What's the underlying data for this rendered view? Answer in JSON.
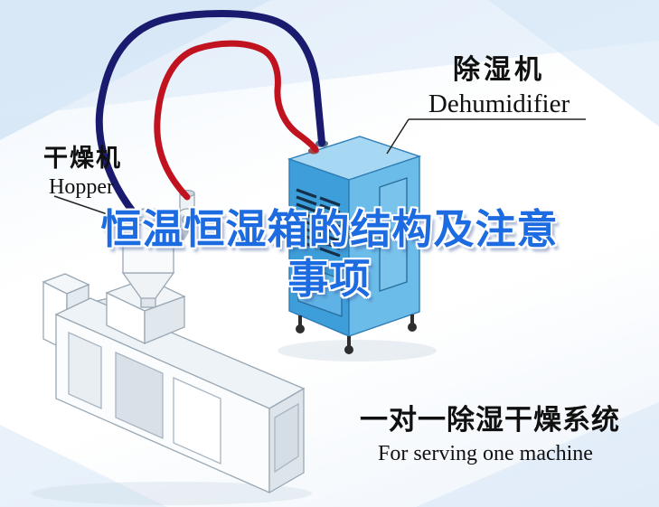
{
  "title": {
    "line1": "恒温恒湿箱的结构及注意",
    "line2": "事项"
  },
  "labels": {
    "hopper": {
      "zh": "干燥机",
      "en": "Hopper"
    },
    "dehumidifier": {
      "zh": "除湿机",
      "en": "Dehumidifier"
    },
    "system": {
      "zh": "一对一除湿干燥系统",
      "en": "For serving one machine"
    }
  },
  "colors": {
    "title_blue": "#1c6be0",
    "pipe_blue": "#1a1a6e",
    "pipe_red": "#c1121f",
    "dehumidifier_blue": "#3e9ed9",
    "text_black": "#101010"
  },
  "illustration": {
    "parts": [
      "extruder-machine",
      "hopper-dryer",
      "dehumidifier",
      "blue-return-pipe",
      "red-supply-pipe"
    ]
  }
}
